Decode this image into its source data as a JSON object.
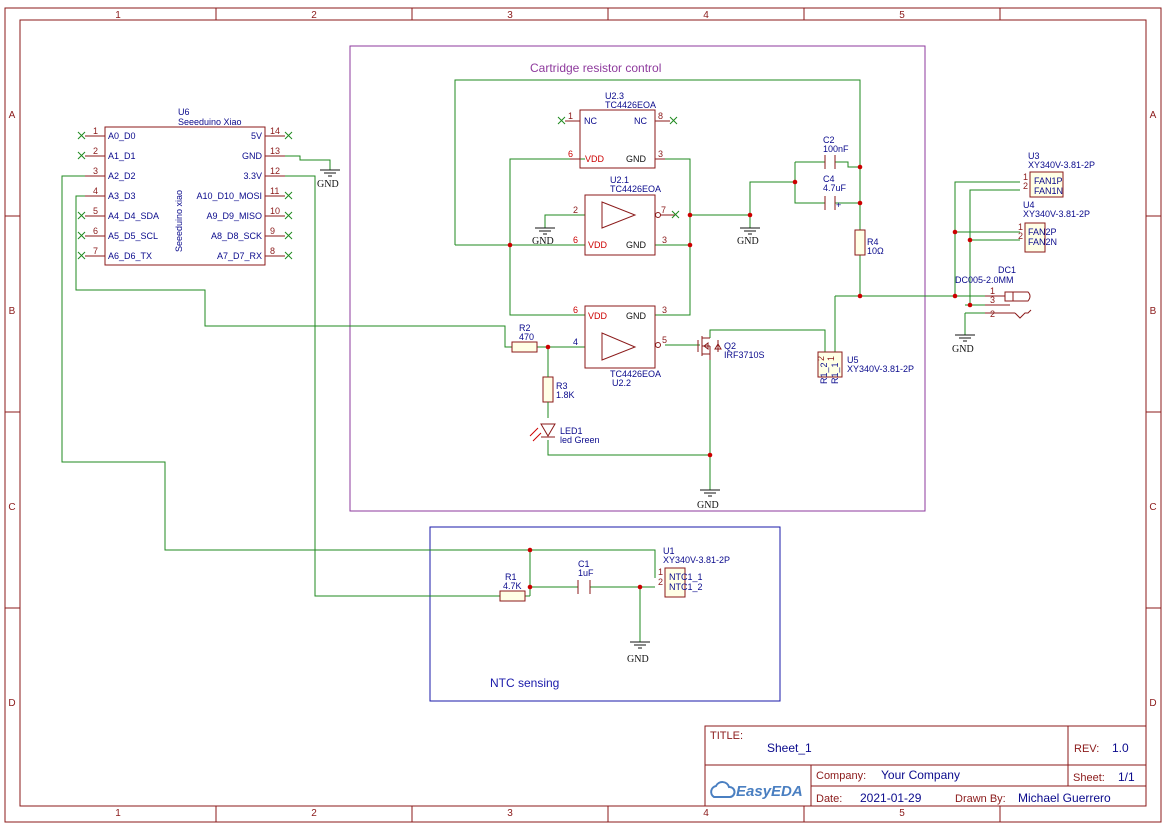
{
  "frame": {
    "columns": [
      "1",
      "2",
      "3",
      "4",
      "5"
    ],
    "rows": [
      "A",
      "B",
      "C",
      "D"
    ]
  },
  "regions": {
    "cartridge": "Cartridge resistor control",
    "ntc": "NTC sensing"
  },
  "labels": {
    "gnd": "GND",
    "nc": "NC",
    "vdd": "VDD"
  },
  "u6": {
    "ref": "U6",
    "name": "Seeeduino Xiao",
    "body_text": "Seeeduino xiao",
    "left_pins": [
      {
        "num": "1",
        "name": "A0_D0"
      },
      {
        "num": "2",
        "name": "A1_D1"
      },
      {
        "num": "3",
        "name": "A2_D2"
      },
      {
        "num": "4",
        "name": "A3_D3"
      },
      {
        "num": "5",
        "name": "A4_D4_SDA"
      },
      {
        "num": "6",
        "name": "A5_D5_SCL"
      },
      {
        "num": "7",
        "name": "A6_D6_TX"
      }
    ],
    "right_pins": [
      {
        "num": "14",
        "name": "5V"
      },
      {
        "num": "13",
        "name": "GND"
      },
      {
        "num": "12",
        "name": "3.3V"
      },
      {
        "num": "11",
        "name": "A10_D10_MOSI"
      },
      {
        "num": "10",
        "name": "A9_D9_MISO"
      },
      {
        "num": "9",
        "name": "A8_D8_SCK"
      },
      {
        "num": "8",
        "name": "A7_D7_RX"
      }
    ]
  },
  "u2_3": {
    "ref": "U2.3",
    "name": "TC4426EOA",
    "pin1": "1",
    "pin8": "8",
    "pin6": "6",
    "pin3": "3"
  },
  "u2_1": {
    "ref": "U2.1",
    "name": "TC4426EOA",
    "pin2": "2",
    "pin7": "7",
    "pin6": "6",
    "pin3": "3"
  },
  "u2_2": {
    "ref": "U2.2",
    "name": "TC4426EOA",
    "pin4": "4",
    "pin5": "5",
    "pin6": "6",
    "pin3": "3"
  },
  "c2": {
    "ref": "C2",
    "value": "100nF"
  },
  "c4": {
    "ref": "C4",
    "value": "4.7uF",
    "plus": "+"
  },
  "r4": {
    "ref": "R4",
    "value": "10Ω"
  },
  "r2": {
    "ref": "R2",
    "value": "470"
  },
  "r3": {
    "ref": "R3",
    "value": "1.8K"
  },
  "r1": {
    "ref": "R1",
    "value": "4.7K"
  },
  "c1": {
    "ref": "C1",
    "value": "1uF"
  },
  "led1": {
    "ref": "LED1",
    "value": "led Green"
  },
  "q2": {
    "ref": "Q2",
    "value": "IRF3710S"
  },
  "u5": {
    "ref": "U5",
    "name": "XY340V-3.81-2P",
    "pins": "R1_1",
    "pin2": "R1_2",
    "n1": "1",
    "n2": "2"
  },
  "u3": {
    "ref": "U3",
    "name": "XY340V-3.81-2P",
    "pin1": "FAN1P",
    "pin2": "FAN1N",
    "n1": "1",
    "n2": "2"
  },
  "u4": {
    "ref": "U4",
    "name": "XY340V-3.81-2P",
    "pin1": "FAN2P",
    "pin2": "FAN2N",
    "n1": "1",
    "n2": "2"
  },
  "u1": {
    "ref": "U1",
    "name": "XY340V-3.81-2P",
    "pin1": "NTC1_1",
    "pin2": "NTC1_2",
    "n1": "1",
    "n2": "2"
  },
  "dc1": {
    "ref": "DC1",
    "name": "DC005-2.0MM",
    "n1": "1",
    "n3": "3",
    "n2": "2"
  },
  "titleblock": {
    "title_label": "TITLE:",
    "title": "Sheet_1",
    "rev_label": "REV:",
    "rev": "1.0",
    "company_label": "Company:",
    "company": "Your Company",
    "sheet_label": "Sheet:",
    "sheet": "1/1",
    "date_label": "Date:",
    "date": "2021-01-29",
    "drawn_label": "Drawn By:",
    "drawn": "Michael Guerrero",
    "logo": "EasyEDA"
  },
  "colors": {
    "frame": "#8b1a1a",
    "wire": "#1f8a1f",
    "label_blue": "#0a0a8c",
    "cartridge_box": "#8e3a9d",
    "ntc_box": "#1a1aaa"
  }
}
